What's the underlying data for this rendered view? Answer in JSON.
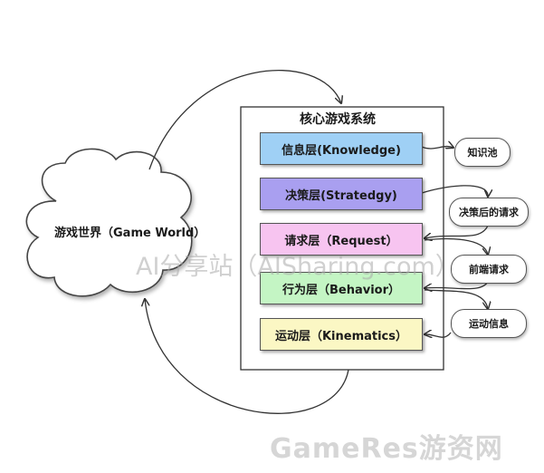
{
  "world": {
    "label": "游戏世界（Game World）"
  },
  "system": {
    "title": "核心游戏系统"
  },
  "layers": [
    {
      "id": "knowledge",
      "label": "信息层(Knowledge)",
      "color": "#9fd0f5"
    },
    {
      "id": "strategy",
      "label": "决策层(Stratedgy)",
      "color": "#a99ff0"
    },
    {
      "id": "request",
      "label": "请求层（Request）",
      "color": "#f7c4f0"
    },
    {
      "id": "behavior",
      "label": "行为层（Behavior）",
      "color": "#c4f5c4"
    },
    {
      "id": "kinematics",
      "label": "运动层（Kinematics）",
      "color": "#fbf7c4"
    }
  ],
  "side_nodes": [
    {
      "id": "zhishichi",
      "label": "知识池"
    },
    {
      "id": "juecehou",
      "label": "决策后的请求"
    },
    {
      "id": "qianduan",
      "label": "前端请求"
    },
    {
      "id": "yundong",
      "label": "运动信息"
    }
  ],
  "watermarks": {
    "center": "AI分享站（AISharing.com）",
    "bottom": "GameRes游资网"
  }
}
